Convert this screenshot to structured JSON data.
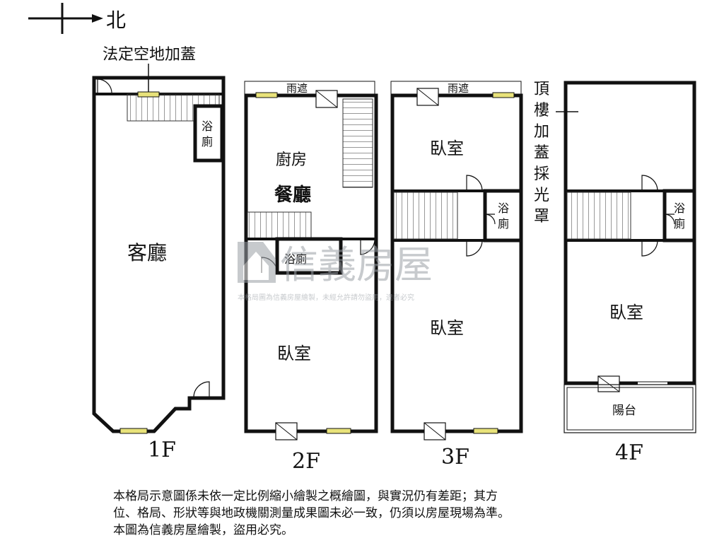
{
  "compass": {
    "north_label": "北"
  },
  "annotations": {
    "legal_open_space": "法定空地加蓋",
    "roof_addition": [
      "頂",
      "樓",
      "加",
      "蓋",
      "採",
      "光",
      "罩"
    ]
  },
  "floors": {
    "f1": {
      "label": "1F",
      "rooms": {
        "living": "客廳",
        "bath_top": "浴",
        "bath_bottom": "廁"
      }
    },
    "f2": {
      "label": "2F",
      "rooms": {
        "canopy": "雨遮",
        "kitchen": "廚房",
        "dining": "餐廳",
        "bath": "浴廁",
        "bedroom": "臥室"
      }
    },
    "f3": {
      "label": "3F",
      "rooms": {
        "canopy": "雨遮",
        "bedroom_top": "臥室",
        "bath_top": "浴",
        "bath_bottom": "廁",
        "bedroom_bottom": "臥室"
      }
    },
    "f4": {
      "label": "4F",
      "rooms": {
        "bath_top": "浴",
        "bath_bottom": "廁",
        "bedroom": "臥室",
        "balcony": "陽台"
      }
    }
  },
  "watermark": {
    "brand": "信義房屋",
    "notice": "本格局圖為信義房屋繪製，未經允許請勿盜用，違者必究"
  },
  "disclaimer": [
    "本格局示意圖係未依一定比例縮小繪製之概繪圖，與實況仍有差距；其方",
    "位、格局、形狀等與地政機關測量成果圖未必一致，仍須以房屋現場為準。",
    "本圖為信義房屋繪製，盜用必究。"
  ],
  "colors": {
    "wall": "#111111",
    "window": "#e8e27a",
    "watermark": "#9aa0a6"
  }
}
